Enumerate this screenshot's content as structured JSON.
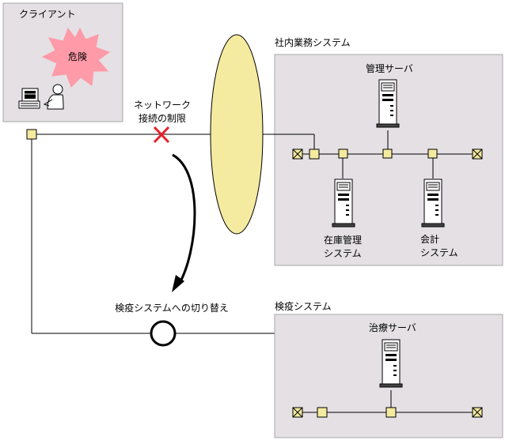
{
  "client": {
    "title": "クライアント",
    "badge": "危険"
  },
  "intranet": {
    "title": "社内業務システム",
    "mgmt_server": "管理サーバ",
    "inventory_line1": "在庫管理",
    "inventory_line2": "システム",
    "accounting_line1": "会計",
    "accounting_line2": "システム"
  },
  "restriction": {
    "line1": "ネットワーク",
    "line2": "接続の制限"
  },
  "switchover": {
    "label": "検疫システムへの切り替え"
  },
  "quarantine": {
    "title": "検疫システム",
    "treatment_server": "治療サーバ"
  },
  "colors": {
    "box_fill": "#e4e0e4",
    "ellipse_fill": "#f5eba0",
    "badge_fill": "#ff9aa8",
    "cross": "#e8202a"
  }
}
